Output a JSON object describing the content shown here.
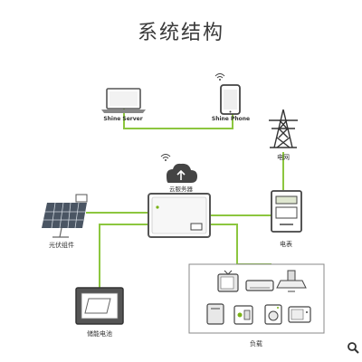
{
  "title": "系统结构",
  "labels": {
    "shine_server": "Shine Server",
    "shine_phone": "Shine Phone",
    "cloud_server": "云服务器",
    "grid": "电网",
    "meter": "电表",
    "pv_module": "光伏组件",
    "battery": "储能电池",
    "load": "负载"
  },
  "colors": {
    "line_green": "#8cc63f",
    "device_gray": "#5a5a5a",
    "dark": "#333333",
    "accent_green": "#7ab317"
  },
  "icons": [
    "laptop-icon",
    "phone-icon",
    "wifi-icon",
    "cloud-upload-icon",
    "transmission-tower-icon",
    "electric-meter-icon",
    "solar-panel-icon",
    "inverter-icon",
    "battery-icon",
    "tv-icon",
    "air-conditioner-icon",
    "range-hood-icon",
    "water-heater-icon",
    "coffee-machine-icon",
    "washing-machine-icon",
    "microwave-icon",
    "zoom-icon"
  ]
}
